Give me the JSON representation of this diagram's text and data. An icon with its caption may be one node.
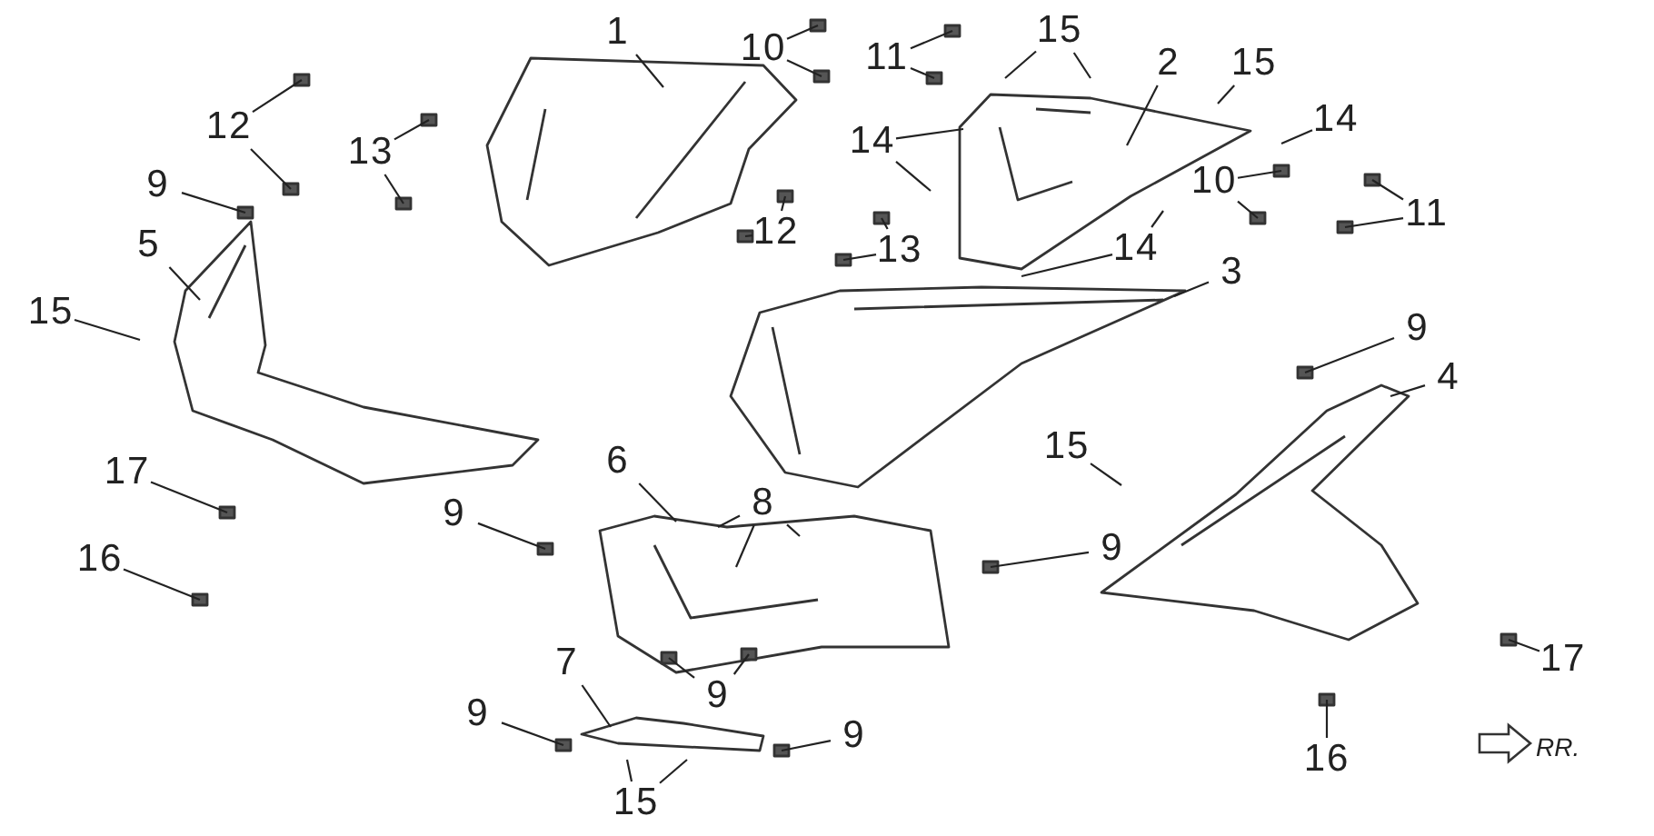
{
  "diagram": {
    "nodes": [
      {
        "text": [
          "1"
        ]
      },
      {
        "text": [
          "10"
        ]
      },
      {
        "text": [
          "11"
        ]
      },
      {
        "text": [
          "15"
        ]
      },
      {
        "text": [
          "2"
        ]
      },
      {
        "text": [
          "15"
        ]
      },
      {
        "text": [
          "12"
        ]
      },
      {
        "text": [
          "13"
        ]
      },
      {
        "text": [
          "14"
        ]
      },
      {
        "text": [
          "14"
        ]
      },
      {
        "text": [
          "9"
        ]
      },
      {
        "text": [
          "10"
        ]
      },
      {
        "text": [
          "11"
        ]
      },
      {
        "text": [
          "12"
        ]
      },
      {
        "text": [
          "13"
        ]
      },
      {
        "text": [
          "5"
        ]
      },
      {
        "text": [
          "14"
        ]
      },
      {
        "text": [
          "3"
        ]
      },
      {
        "text": [
          "15"
        ]
      },
      {
        "text": [
          "9"
        ]
      },
      {
        "text": [
          "4"
        ]
      },
      {
        "text": [
          "15"
        ]
      },
      {
        "text": [
          "17"
        ]
      },
      {
        "text": [
          "6"
        ]
      },
      {
        "text": [
          "8"
        ]
      },
      {
        "text": [
          "9"
        ]
      },
      {
        "text": [
          "9"
        ]
      },
      {
        "text": [
          "16"
        ]
      },
      {
        "text": [
          "9"
        ]
      },
      {
        "text": [
          "7"
        ]
      },
      {
        "text": [
          "9"
        ]
      },
      {
        "text": [
          "9"
        ]
      },
      {
        "text": [
          "15"
        ]
      },
      {
        "text": [
          "16"
        ]
      },
      {
        "text": [
          "17"
        ]
      }
    ],
    "edges": [
      {
        "from": 0,
        "to": null,
        "arrow": "none"
      },
      {
        "from": 1,
        "to": null,
        "arrow": "none"
      },
      {
        "from": 1,
        "to": null,
        "arrow": "none"
      },
      {
        "from": 2,
        "to": null,
        "arrow": "none"
      },
      {
        "from": 2,
        "to": null,
        "arrow": "none"
      },
      {
        "from": 3,
        "to": null,
        "arrow": "none"
      },
      {
        "from": 3,
        "to": null,
        "arrow": "none"
      },
      {
        "from": 4,
        "to": null,
        "arrow": "none"
      },
      {
        "from": 5,
        "to": null,
        "arrow": "none"
      },
      {
        "from": 6,
        "to": null,
        "arrow": "none"
      },
      {
        "from": 6,
        "to": null,
        "arrow": "none"
      },
      {
        "from": 7,
        "to": null,
        "arrow": "none"
      },
      {
        "from": 7,
        "to": null,
        "arrow": "none"
      },
      {
        "from": 8,
        "to": null,
        "arrow": "none"
      },
      {
        "from": 8,
        "to": null,
        "arrow": "none"
      },
      {
        "from": 9,
        "to": null,
        "arrow": "none"
      },
      {
        "from": 10,
        "to": null,
        "arrow": "none"
      },
      {
        "from": 11,
        "to": null,
        "arrow": "none"
      },
      {
        "from": 11,
        "to": null,
        "arrow": "none"
      },
      {
        "from": 12,
        "to": null,
        "arrow": "none"
      },
      {
        "from": 12,
        "to": null,
        "arrow": "none"
      },
      {
        "from": 13,
        "to": null,
        "arrow": "none"
      },
      {
        "from": 13,
        "to": null,
        "arrow": "none"
      },
      {
        "from": 14,
        "to": null,
        "arrow": "none"
      },
      {
        "from": 14,
        "to": null,
        "arrow": "none"
      },
      {
        "from": 15,
        "to": null,
        "arrow": "none"
      },
      {
        "from": 16,
        "to": null,
        "arrow": "none"
      },
      {
        "from": 16,
        "to": null,
        "arrow": "none"
      },
      {
        "from": 17,
        "to": null,
        "arrow": "none"
      },
      {
        "from": 18,
        "to": null,
        "arrow": "none"
      },
      {
        "from": 19,
        "to": null,
        "arrow": "none"
      },
      {
        "from": 20,
        "to": null,
        "arrow": "none"
      },
      {
        "from": 21,
        "to": null,
        "arrow": "none"
      },
      {
        "from": 22,
        "to": null,
        "arrow": "none"
      },
      {
        "from": 23,
        "to": null,
        "arrow": "none"
      },
      {
        "from": 24,
        "to": null,
        "arrow": "none"
      },
      {
        "from": 24,
        "to": null,
        "arrow": "none"
      },
      {
        "from": 24,
        "to": null,
        "arrow": "none"
      },
      {
        "from": 25,
        "to": null,
        "arrow": "none"
      },
      {
        "from": 26,
        "to": null,
        "arrow": "none"
      },
      {
        "from": 27,
        "to": null,
        "arrow": "none"
      },
      {
        "from": 28,
        "to": null,
        "arrow": "none"
      },
      {
        "from": 28,
        "to": null,
        "arrow": "none"
      },
      {
        "from": 29,
        "to": null,
        "arrow": "none"
      },
      {
        "from": 30,
        "to": null,
        "arrow": "none"
      },
      {
        "from": 31,
        "to": null,
        "arrow": "none"
      },
      {
        "from": 32,
        "to": null,
        "arrow": "none"
      },
      {
        "from": 32,
        "to": null,
        "arrow": "none"
      },
      {
        "from": 33,
        "to": null,
        "arrow": "none"
      },
      {
        "from": 34,
        "to": null,
        "arrow": "none"
      }
    ],
    "labels": [
      "RR."
    ]
  }
}
